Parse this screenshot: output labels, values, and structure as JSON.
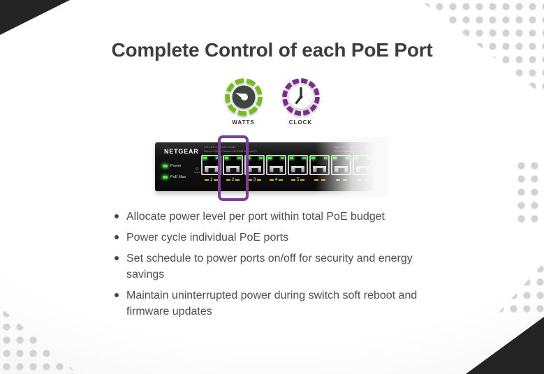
{
  "title": "Complete Control of each PoE Port",
  "feature_icons": [
    {
      "name": "watts",
      "label": "WATTS"
    },
    {
      "name": "clock",
      "label": "CLOCK"
    }
  ],
  "switch": {
    "brand": "NETGEAR",
    "power_led_label": "Power",
    "poe_max_led_label": "PoE Max",
    "reset_label": "Reset",
    "legend_left": [
      "Left LED: Link/ACT Mode",
      "Green=1000M Yellow=10/100M Blink=ACT"
    ],
    "legend_right": [
      "Right LED: PoE Mode",
      "Green=Powered"
    ],
    "port_numbers": [
      "1",
      "2",
      "3",
      "4",
      "5"
    ],
    "highlighted_port": "2"
  },
  "bullets": [
    "Allocate power level per port within total PoE budget",
    "Power cycle individual PoE ports",
    "Set schedule to power ports on/off for security and energy savings",
    "Maintain uninterrupted power during switch soft reboot and firmware updates"
  ],
  "colors": {
    "brand_green": "#76BC21",
    "brand_purple": "#7B2D8E",
    "highlight_purple": "#7C3E99",
    "text_dark": "#3D3D3D",
    "text_body": "#4D4D4D",
    "led_green": "#55E04A",
    "port_yellow": "#D8B51B"
  }
}
